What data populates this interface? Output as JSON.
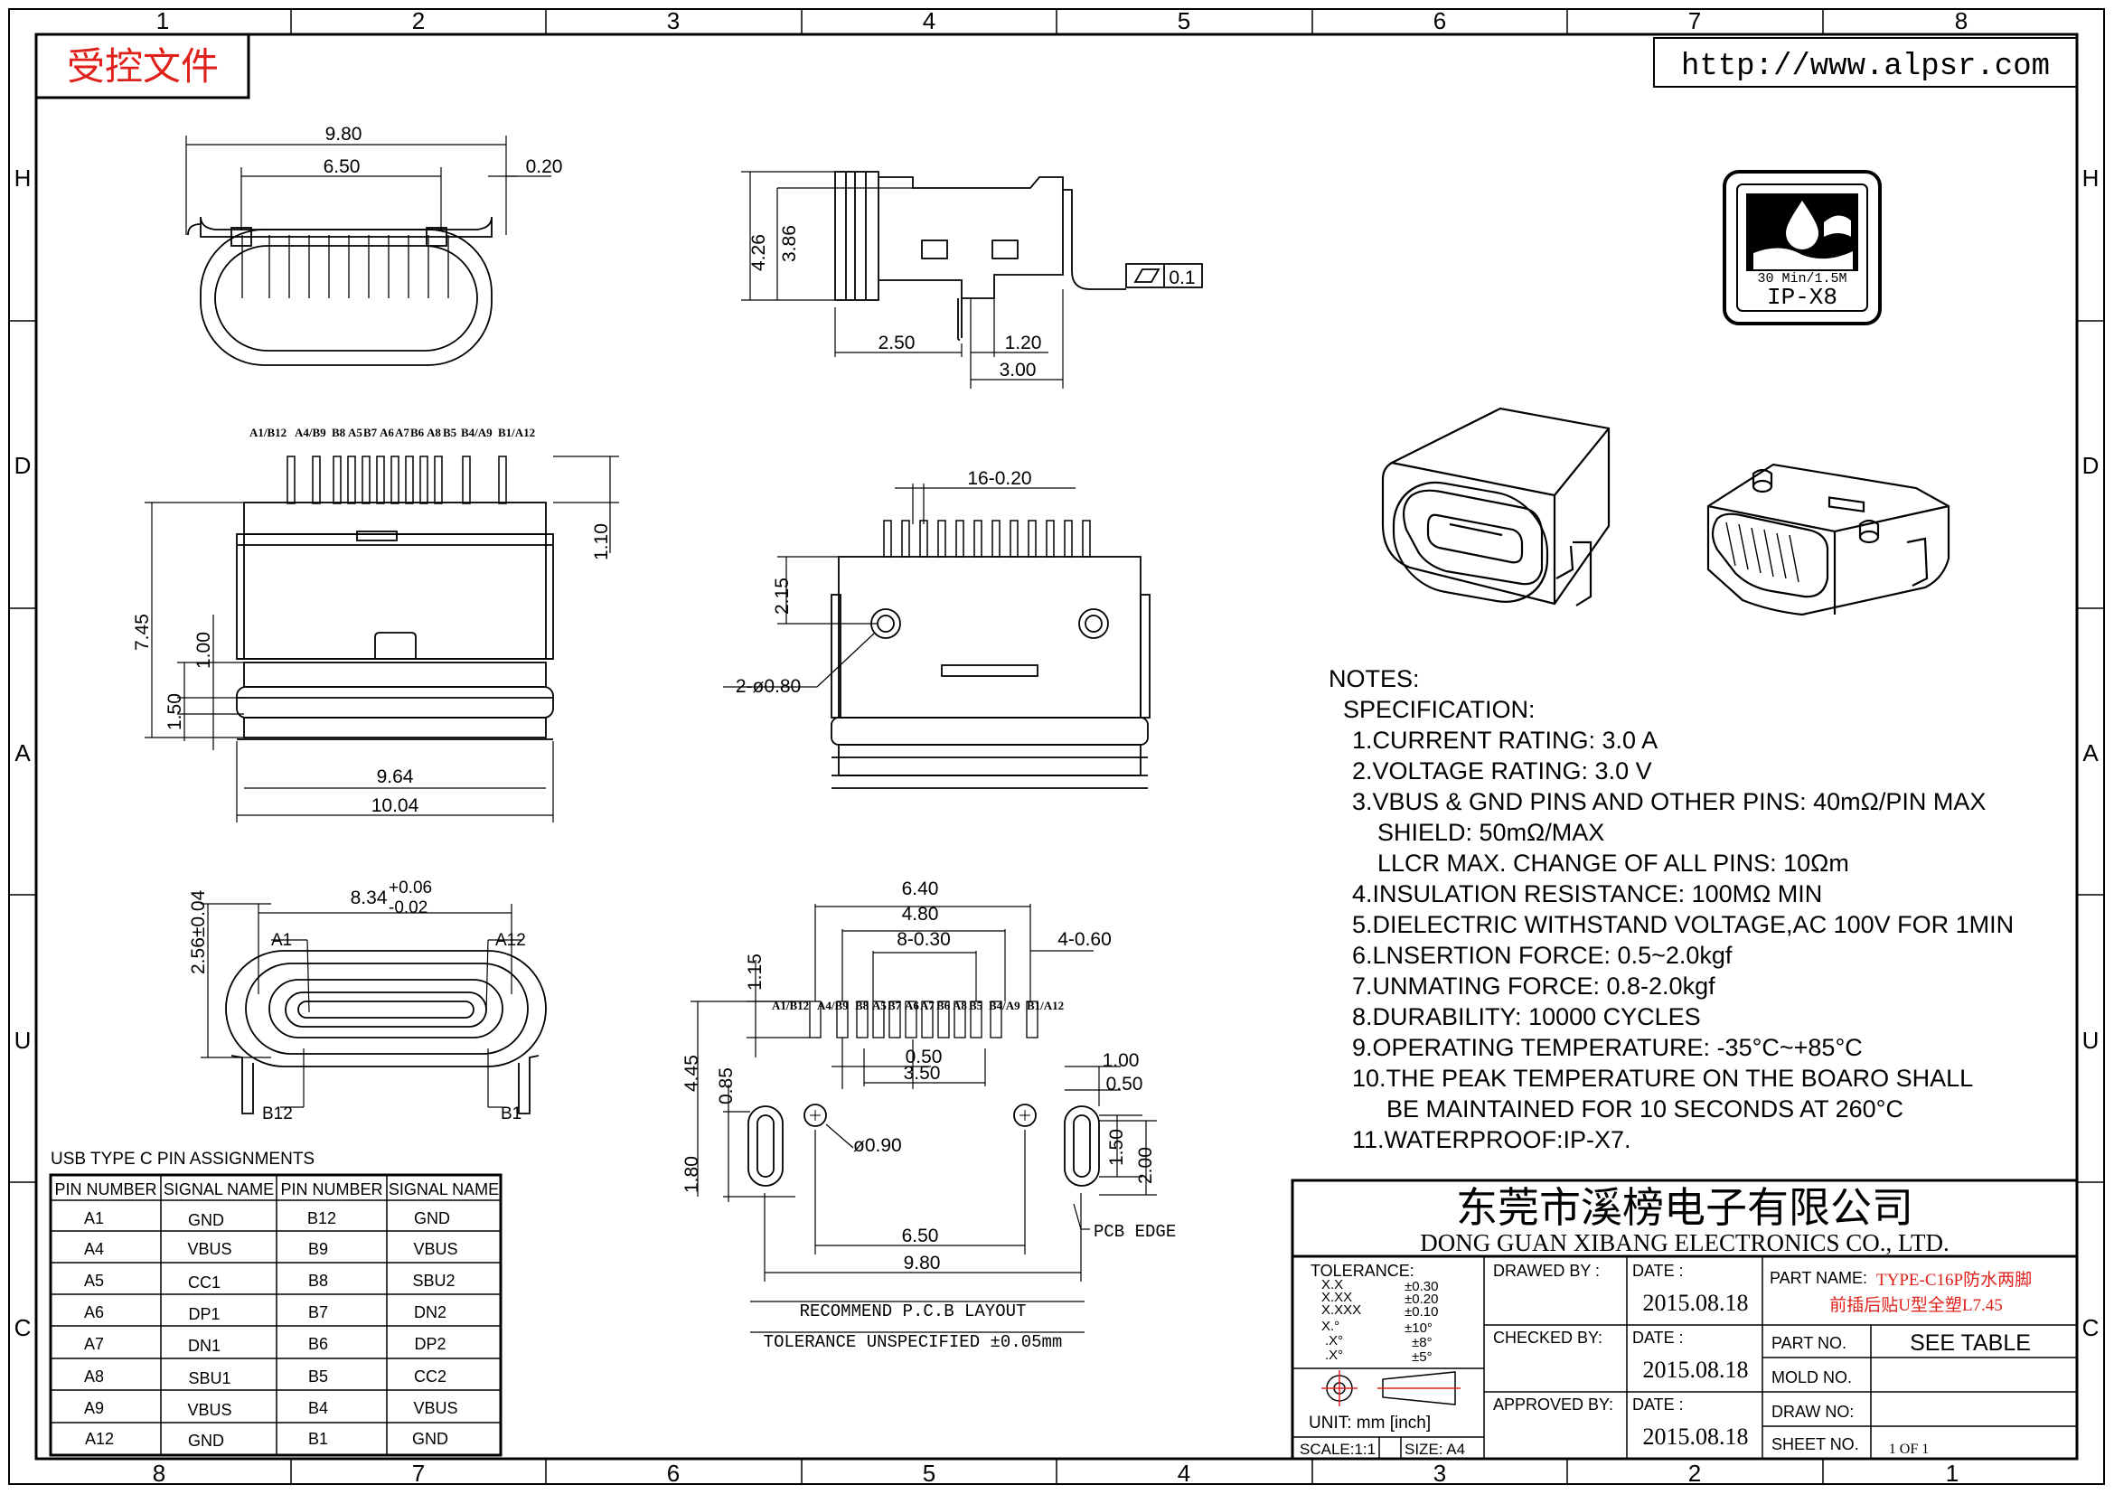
{
  "frame": {
    "columns_top": [
      "1",
      "2",
      "3",
      "4",
      "5",
      "6",
      "7",
      "8"
    ],
    "columns_bottom": [
      "8",
      "7",
      "6",
      "5",
      "4",
      "3",
      "2",
      "1"
    ],
    "rows_left": [
      "H",
      "D",
      "A",
      "U",
      "C"
    ],
    "rows_right": [
      "H",
      "D",
      "A",
      "U",
      "C"
    ]
  },
  "stamp": {
    "label": "受控文件",
    "color": "#e0201b"
  },
  "url": "http://www.alpsr.com",
  "badge": {
    "line1": "30 Min/1.5M",
    "line2": "IP-X8"
  },
  "views": {
    "top_view": {
      "d1": "9.80",
      "d2": "6.50",
      "d3": "0.20"
    },
    "side_view": {
      "d1": "4.26",
      "d2": "3.86",
      "d3": "2.50",
      "d4": "1.20",
      "d5": "3.00",
      "flatness": "0.1"
    },
    "front_view": {
      "pin_labels": [
        "A1/B12",
        "A4/B9",
        "B8",
        "A5",
        "B7",
        "A6",
        "A7",
        "B6",
        "A8",
        "B5",
        "B4/A9",
        "B1/A12"
      ],
      "d1": "7.45",
      "d2": "1.10",
      "d3": "1.00",
      "d4": "1.50",
      "d5": "9.64",
      "d6": "10.04"
    },
    "back_view": {
      "d1": "16-0.20",
      "d2": "2.15",
      "d3": "2-ø0.80"
    },
    "end_view": {
      "d1": "8.34",
      "tol_plus": "+0.06",
      "tol_minus": "-0.02",
      "d2": "2.56±0.04",
      "a1": "A1",
      "a12": "A12",
      "b12": "B12",
      "b1": "B1"
    },
    "pcb_layout": {
      "d1": "6.40",
      "d2": "4.80",
      "d3": "8-0.30",
      "d4": "4-0.60",
      "d5": "1.15",
      "d6": "4.45",
      "d7": "0.85",
      "d8": "1.80",
      "d9": "0.50",
      "d10": "3.50",
      "d11": "1.00",
      "d12": "0.50",
      "d13": "1.50",
      "d14": "2.00",
      "d15": "ø0.90",
      "d16": "6.50",
      "d17": "9.80",
      "pcb_edge": "PCB EDGE",
      "pin_labels": [
        "A1/B12",
        "A4/B9",
        "B8",
        "A5",
        "B7",
        "A6",
        "A7",
        "B6",
        "A8",
        "B5",
        "B4/A9",
        "B1/A12"
      ],
      "caption": "RECOMMEND P.C.B LAYOUT",
      "tolerance": "TOLERANCE UNSPECIFIED ±0.05mm"
    }
  },
  "pin_table": {
    "title": "USB TYPE C PIN ASSIGNMENTS",
    "headers": [
      "PIN NUMBER",
      "SIGNAL NAME",
      "PIN NUMBER",
      "SIGNAL NAME"
    ],
    "rows": [
      [
        "A1",
        "GND",
        "B12",
        "GND"
      ],
      [
        "A4",
        "VBUS",
        "B9",
        "VBUS"
      ],
      [
        "A5",
        "CC1",
        "B8",
        "SBU2"
      ],
      [
        "A6",
        "DP1",
        "B7",
        "DN2"
      ],
      [
        "A7",
        "DN1",
        "B6",
        "DP2"
      ],
      [
        "A8",
        "SBU1",
        "B5",
        "CC2"
      ],
      [
        "A9",
        "VBUS",
        "B4",
        "VBUS"
      ],
      [
        "A12",
        "GND",
        "B1",
        "GND"
      ]
    ]
  },
  "notes": {
    "title": "NOTES:",
    "subtitle": "SPECIFICATION:",
    "lines": [
      "1.CURRENT RATING: 3.0 A",
      "2.VOLTAGE RATING: 3.0 V",
      "3.VBUS & GND PINS AND OTHER PINS: 40mΩ/PIN MAX",
      "SHIELD: 50mΩ/MAX",
      "LLCR MAX. CHANGE OF ALL PINS: 10Ωm",
      "4.INSULATION RESISTANCE:  100MΩ MIN",
      "5.DIELECTRIC WITHSTAND VOLTAGE,AC 100V FOR 1MIN",
      "6.LNSERTION FORCE: 0.5~2.0kgf",
      "7.UNMATING FORCE: 0.8-2.0kgf",
      "8.DURABILITY: 10000 CYCLES",
      "9.OPERATING TEMPERATURE: -35°C~+85°C",
      "10.THE PEAK TEMPERATURE ON THE BOARO SHALL",
      "BE MAINTAINED FOR 10 SECONDS AT 260°C",
      "11.WATERPROOF:IP-X7."
    ]
  },
  "title_block": {
    "company_cn": "东莞市溪榜电子有限公司",
    "company_en": "DONG GUAN XIBANG ELECTRONICS CO., LTD.",
    "tolerance_label": "TOLERANCE:",
    "tol_rows": [
      [
        "X.X",
        "±0.30"
      ],
      [
        "X.XX",
        "±0.20"
      ],
      [
        "X.XXX",
        "±0.10"
      ],
      [
        "X.°",
        "±10°"
      ],
      [
        ".X°",
        "±8°"
      ],
      [
        ".X°",
        "±5°"
      ]
    ],
    "unit": "UNIT:  mm  [inch]",
    "scale": "SCALE:1:1",
    "size": "SIZE:  A4",
    "drawn_by": "DRAWED BY :",
    "checked_by": "CHECKED BY:",
    "approved_by": "APPROVED BY:",
    "date_label": "DATE  :",
    "date_1": "2015.08.18",
    "date_2": "2015.08.18",
    "date_3": "2015.08.18",
    "part_name_label": "PART  NAME:",
    "part_name_1": "TYPE-C16P防水两脚",
    "part_name_2": "前插后贴U型全塑L7.45",
    "part_no_label": "PART  NO.",
    "part_no": "SEE  TABLE",
    "mold_no_label": "MOLD  NO.",
    "draw_no_label": "DRAW  NO:",
    "sheet_no_label": "SHEET  NO.",
    "sheet_no": "1  OF  1",
    "accent_red": "#e0201b"
  }
}
